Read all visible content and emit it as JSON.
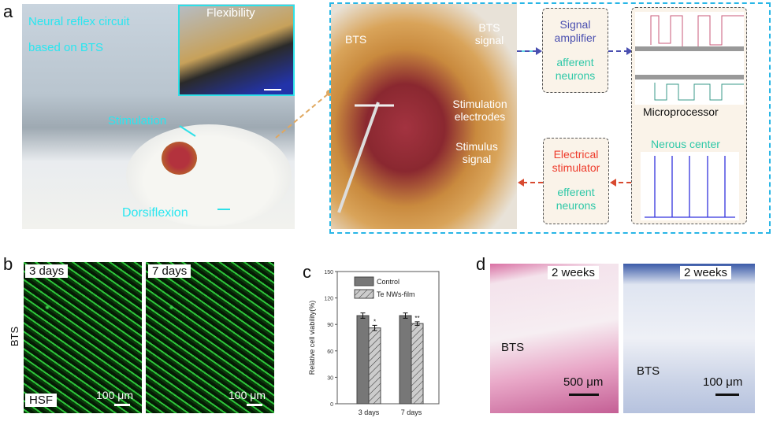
{
  "panel_a": {
    "label": "a",
    "title_line1": "Neural reflex circuit",
    "title_line2": "based on BTS",
    "inset_title": "Flexibility",
    "stimulation": "Stimulation",
    "dorsiflexion": "Dorsiflexion",
    "bts": "BTS",
    "bts_signal": "BTS signal",
    "stim_electrodes": "Stimulation electrodes",
    "stimulus_signal": "Stimulus signal",
    "amp_title": "Signal amplifier",
    "amp_sub": "afferent neurons",
    "stim_title": "Electrical stimulator",
    "stim_sub": "efferent neurons",
    "microprocessor": "Microprocessor",
    "nerous_center": "Nerous center",
    "colors": {
      "cyan": "#29e6f0",
      "amp": "#4a4fb0",
      "stim": "#ee3b2b",
      "neuron": "#2fc8a8"
    }
  },
  "panel_b": {
    "label": "b",
    "row_label": "BTS",
    "tag1": "3 days",
    "tag2": "7 days",
    "tag3": "HSF",
    "scale1": "100 μm",
    "scale2": "100 μm"
  },
  "chart_data": {
    "label": "c",
    "type": "bar",
    "categories": [
      "3 days",
      "7 days"
    ],
    "series": [
      {
        "name": "Control",
        "values": [
          100,
          100
        ],
        "errors": [
          3,
          3
        ],
        "color": "#777777"
      },
      {
        "name": "Te NWs-film",
        "values": [
          86,
          91
        ],
        "errors": [
          3,
          2
        ],
        "color": "#cccccc",
        "hatched": true,
        "annotations": [
          "*",
          "**"
        ]
      }
    ],
    "ylabel": "Relative cell viability(%)",
    "ylim": [
      0,
      150
    ],
    "yticks": [
      0,
      30,
      60,
      90,
      120,
      150
    ],
    "legend": "top-left"
  },
  "panel_d": {
    "label": "d",
    "tag1": "2 weeks",
    "tag2": "2 weeks",
    "bts1": "BTS",
    "bts2": "BTS",
    "scale1": "500 μm",
    "scale2": "100 μm"
  }
}
